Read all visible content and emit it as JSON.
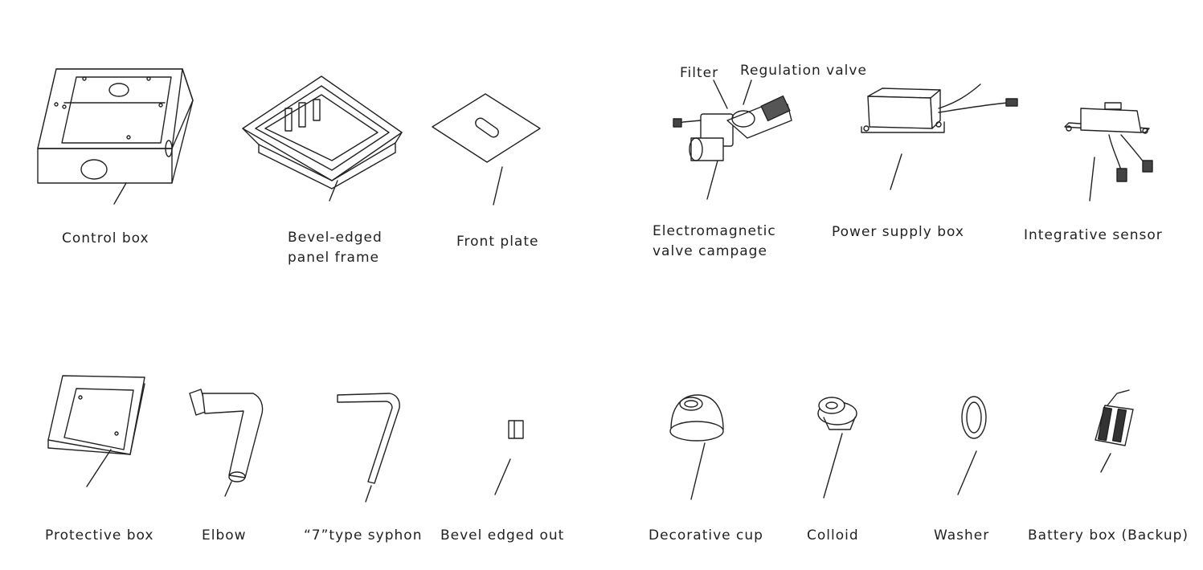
{
  "parts": {
    "control_box": "Control box",
    "bevel_frame": "Bevel-edged\npanel frame",
    "front_plate": "Front plate",
    "filter": "Filter",
    "regulation_valve": "Regulation valve",
    "electromagnetic": "Electromagnetic\nvalve campage",
    "power_supply": "Power supply box",
    "sensor": "Integrative sensor",
    "protective_box": "Protective box",
    "elbow": "Elbow",
    "syphon": "“7”type syphon",
    "bevel_out": "Bevel edged out",
    "decorative_cup": "Decorative cup",
    "colloid": "Colloid",
    "washer": "Washer",
    "battery_box": "Battery box (Backup)"
  }
}
